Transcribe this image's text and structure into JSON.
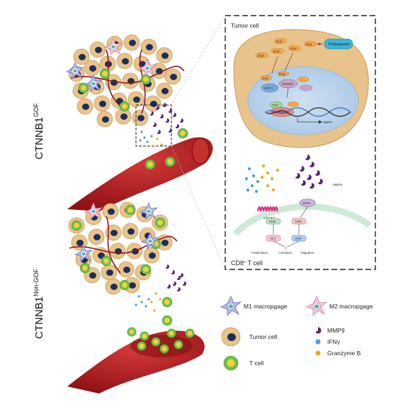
{
  "labels": {
    "gof_main": "CTNNB1",
    "gof_sup": "GOF",
    "nongof_main": "CTNNB1",
    "nongof_sup": "Non-GOF",
    "tumor_cell_box": "Tumor cell",
    "cd8_main": "CD8",
    "cd8_sup": "+",
    "cd8_rest": " T cell"
  },
  "pathway": {
    "bcat": "βcat",
    "proteasome": "Proteasome",
    "sirt2": "SIRT2",
    "kdm4d": "KDM4D",
    "tcf": "TCF",
    "promoter": "Promoter",
    "mmp9_gene": "MMP9",
    "mmp9_secreted": "MMP9",
    "cxcr3": "CXCR3",
    "ssh1": "SSH1",
    "pi3k": "PI3K",
    "erk": "ERK",
    "akt": "AKT",
    "raf": "RAF",
    "polarization": "Polarization",
    "activation": "Activation",
    "migration": "Migration"
  },
  "legend": {
    "m1": "M1 macropgage",
    "m2": "M2 macropgage",
    "tumor": "Tumor cell",
    "tcell": "T cell",
    "mmp9": "MMP9",
    "ifng": "IFNγ",
    "granzyme": "Granzyme B"
  },
  "colors": {
    "tumor_fill": "#e8c48c",
    "tumor_nucleus": "#1c2f5a",
    "vessel": "#a8151b",
    "tcell_outer": "#6cc04a",
    "tcell_inner": "#f3d23a",
    "mmp9": "#5a2572",
    "ifng": "#4a9fd8",
    "granzyme": "#f5a21c",
    "m1": "#8a8ed0",
    "m2": "#e9a6c8",
    "tcell_membrane": "#cfe9d9"
  }
}
